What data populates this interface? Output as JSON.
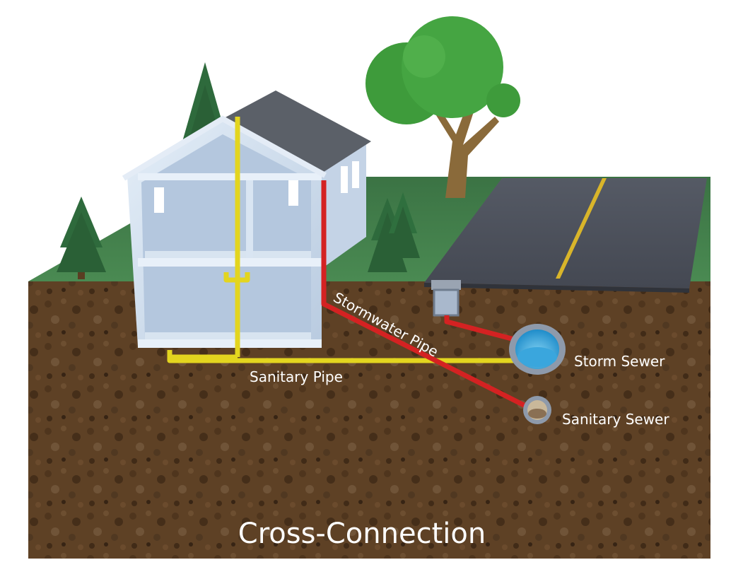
{
  "title": "Cross-Connection",
  "labels": {
    "stormwater_pipe": "Stormwater Pipe",
    "sanitary_pipe": "Sanitary Pipe",
    "storm_sewer": "Storm Sewer",
    "sanitary_sewer": "Sanitary Sewer"
  },
  "colors": {
    "soil": "#6b4a2b",
    "grass": "#3f7a48",
    "road": "#4a4f5a",
    "road_line": "#d9b52a",
    "sanitary_pipe": "#e3d51f",
    "stormwater_pipe": "#d42222",
    "house_wall": "#d5e2f1",
    "roof": "#5b6068",
    "tree_foliage": "#3e9b3b",
    "pine": "#2e6a3c",
    "water": "#2f9fd8"
  }
}
